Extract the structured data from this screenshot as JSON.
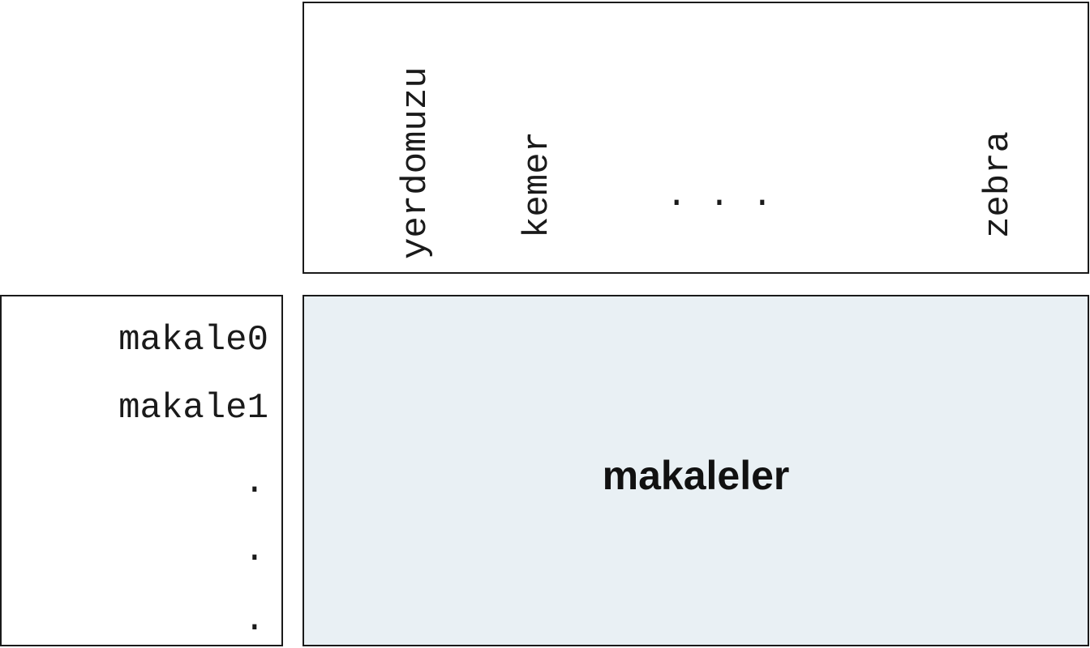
{
  "vocabulary": {
    "words": [
      "yerdomuzu",
      "kemer",
      "zebra"
    ],
    "ellipsis": ". . ."
  },
  "documents": {
    "labels": [
      "makale0",
      "makale1"
    ],
    "ellipsis_dots": [
      ".",
      ".",
      "."
    ]
  },
  "matrix": {
    "label": "makaleler"
  }
}
